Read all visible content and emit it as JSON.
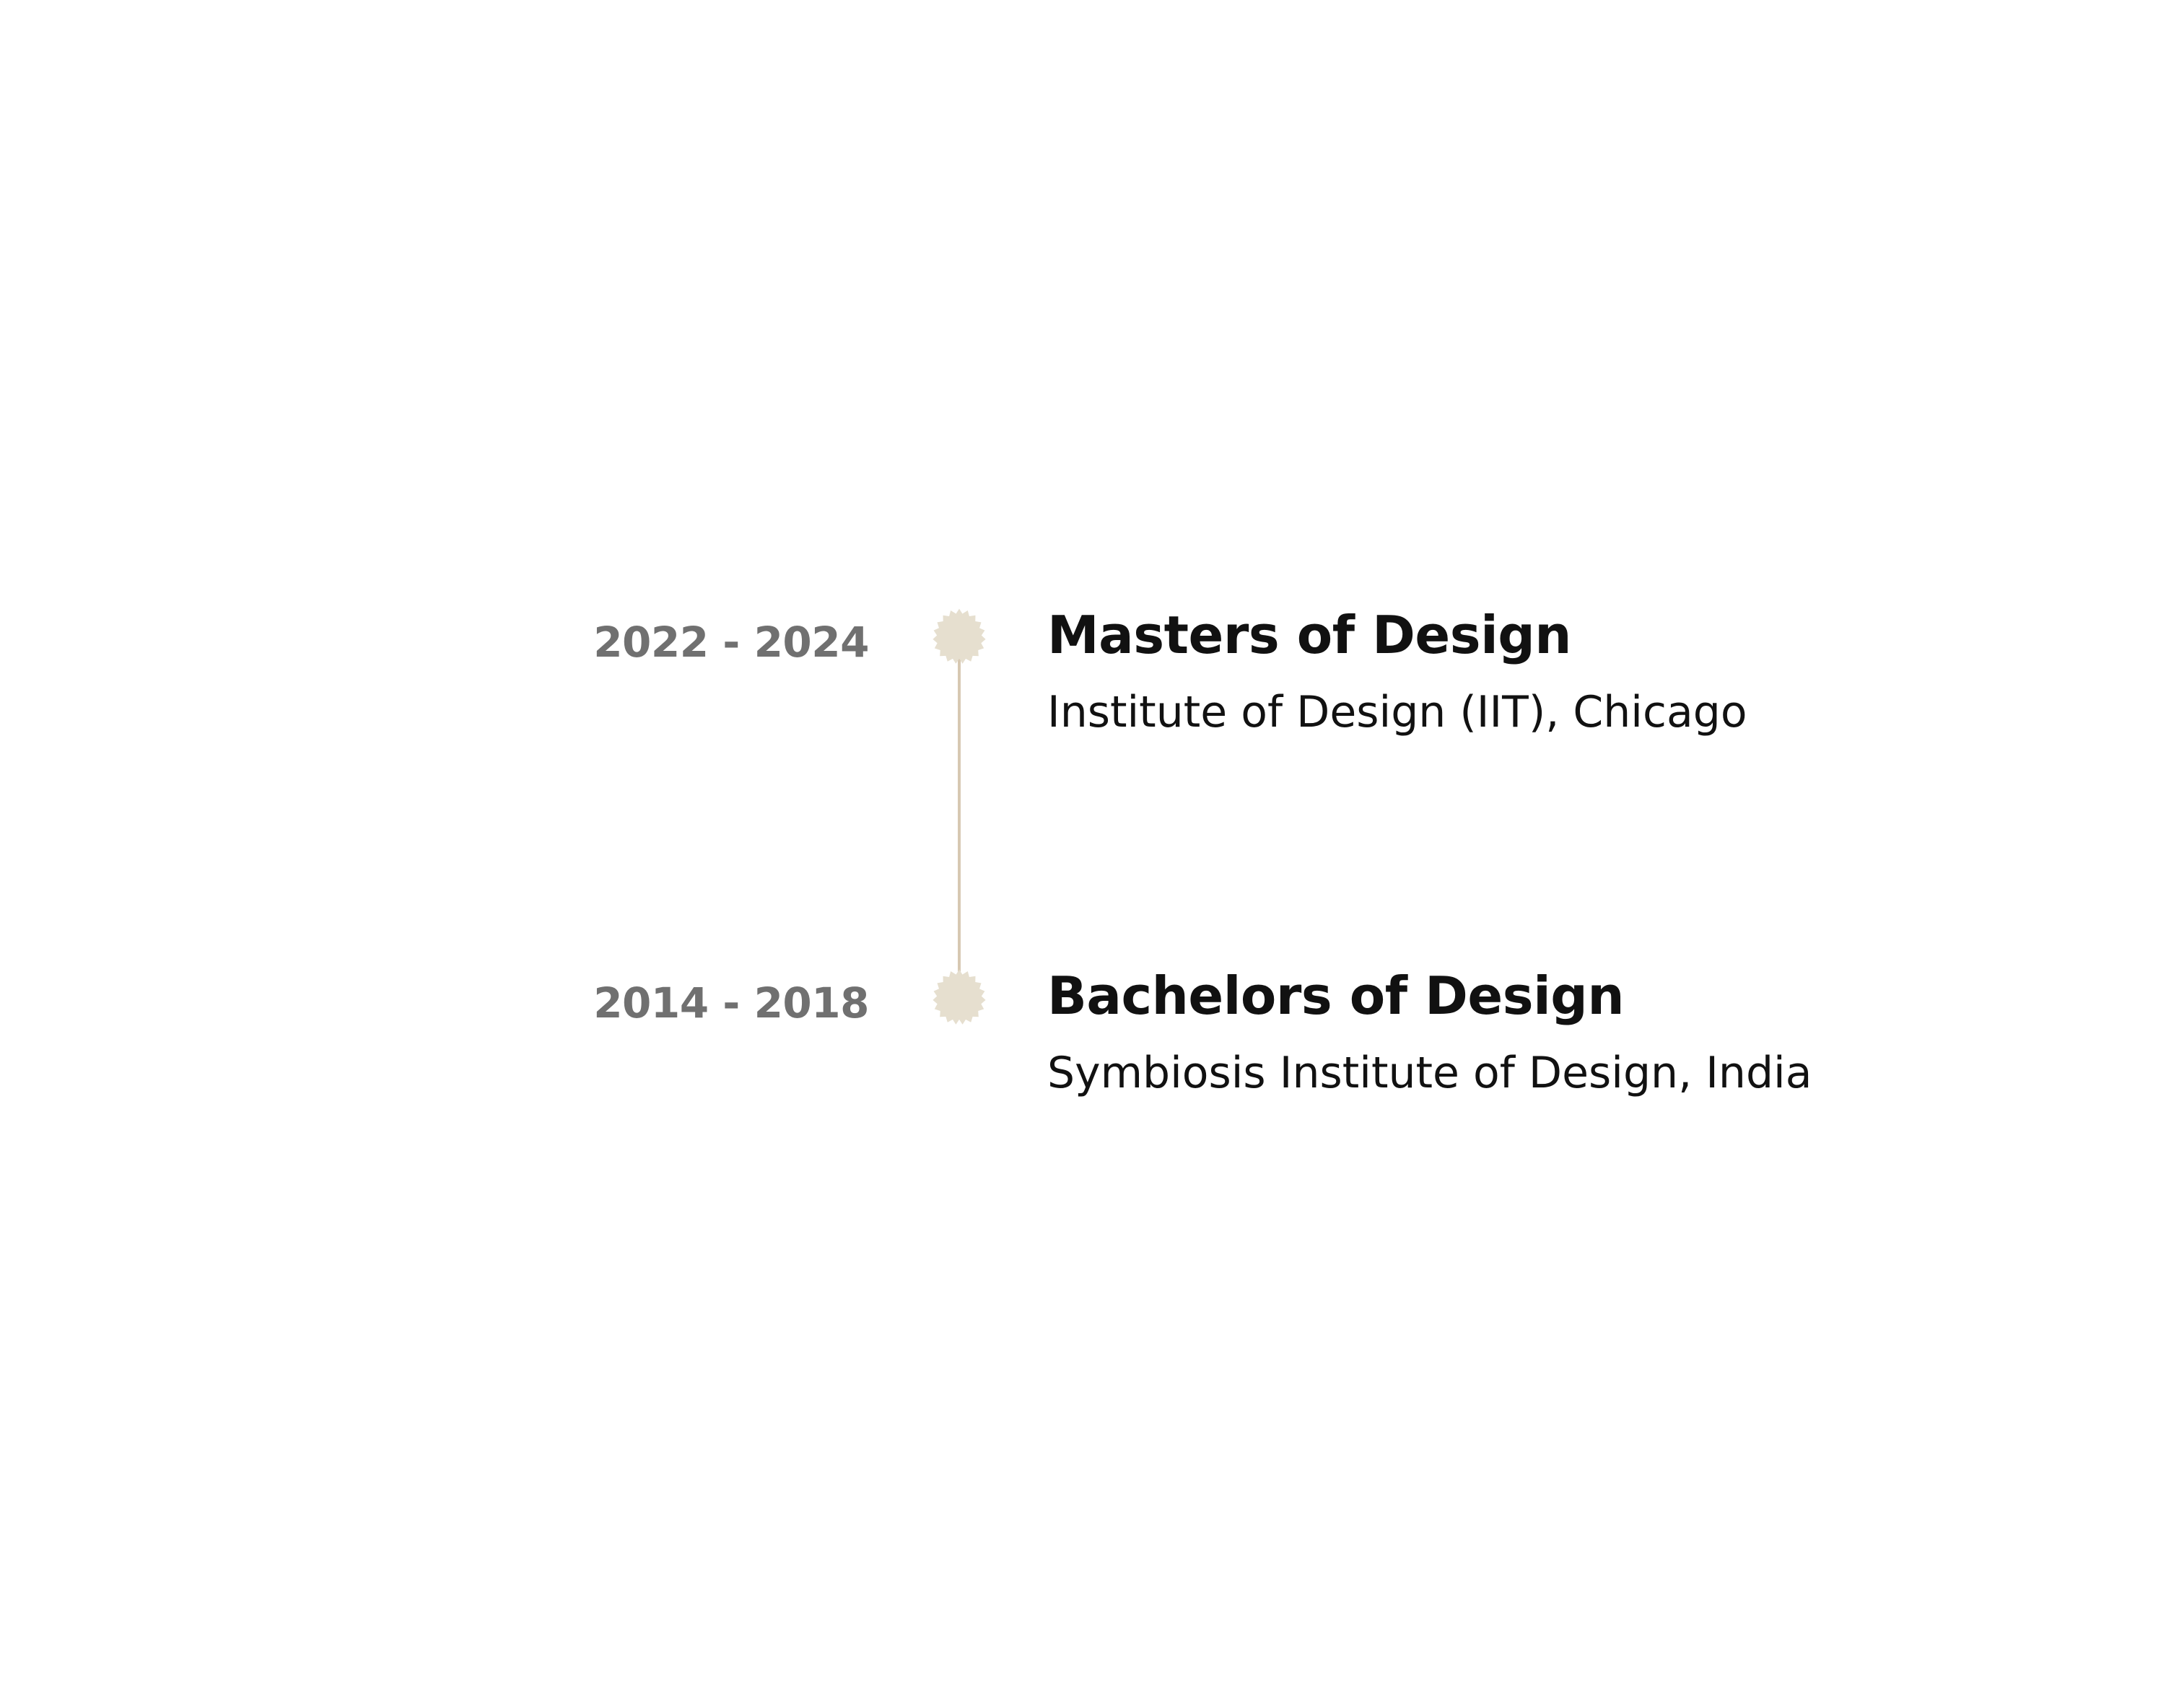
{
  "colors": {
    "background": "#ffffff",
    "period_text": "#707070",
    "heading_text": "#111111",
    "badge_fill": "#e6dfcf",
    "connector": "#d7c8b2"
  },
  "education": [
    {
      "period": "2022 - 2024",
      "degree": "Masters of Design",
      "school": "Institute of Design (IIT), Chicago",
      "icon": "badge-icon"
    },
    {
      "period": "2014 - 2018",
      "degree": "Bachelors of Design",
      "school": "Symbiosis Institute of Design, India",
      "icon": "badge-icon"
    }
  ]
}
